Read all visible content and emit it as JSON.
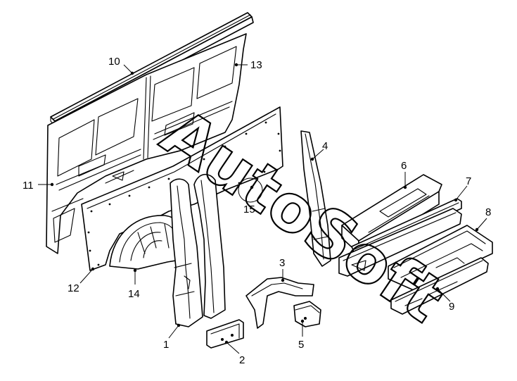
{
  "callouts": {
    "c1": "1",
    "c2": "2",
    "c3": "3",
    "c4": "4",
    "c5": "5",
    "c6": "6",
    "c7": "7",
    "c8": "8",
    "c9": "9",
    "c10": "10",
    "c11": "11",
    "c12": "12",
    "c13": "13",
    "c14": "14",
    "c15": "15"
  },
  "watermark": {
    "text": "AutoSoft"
  }
}
